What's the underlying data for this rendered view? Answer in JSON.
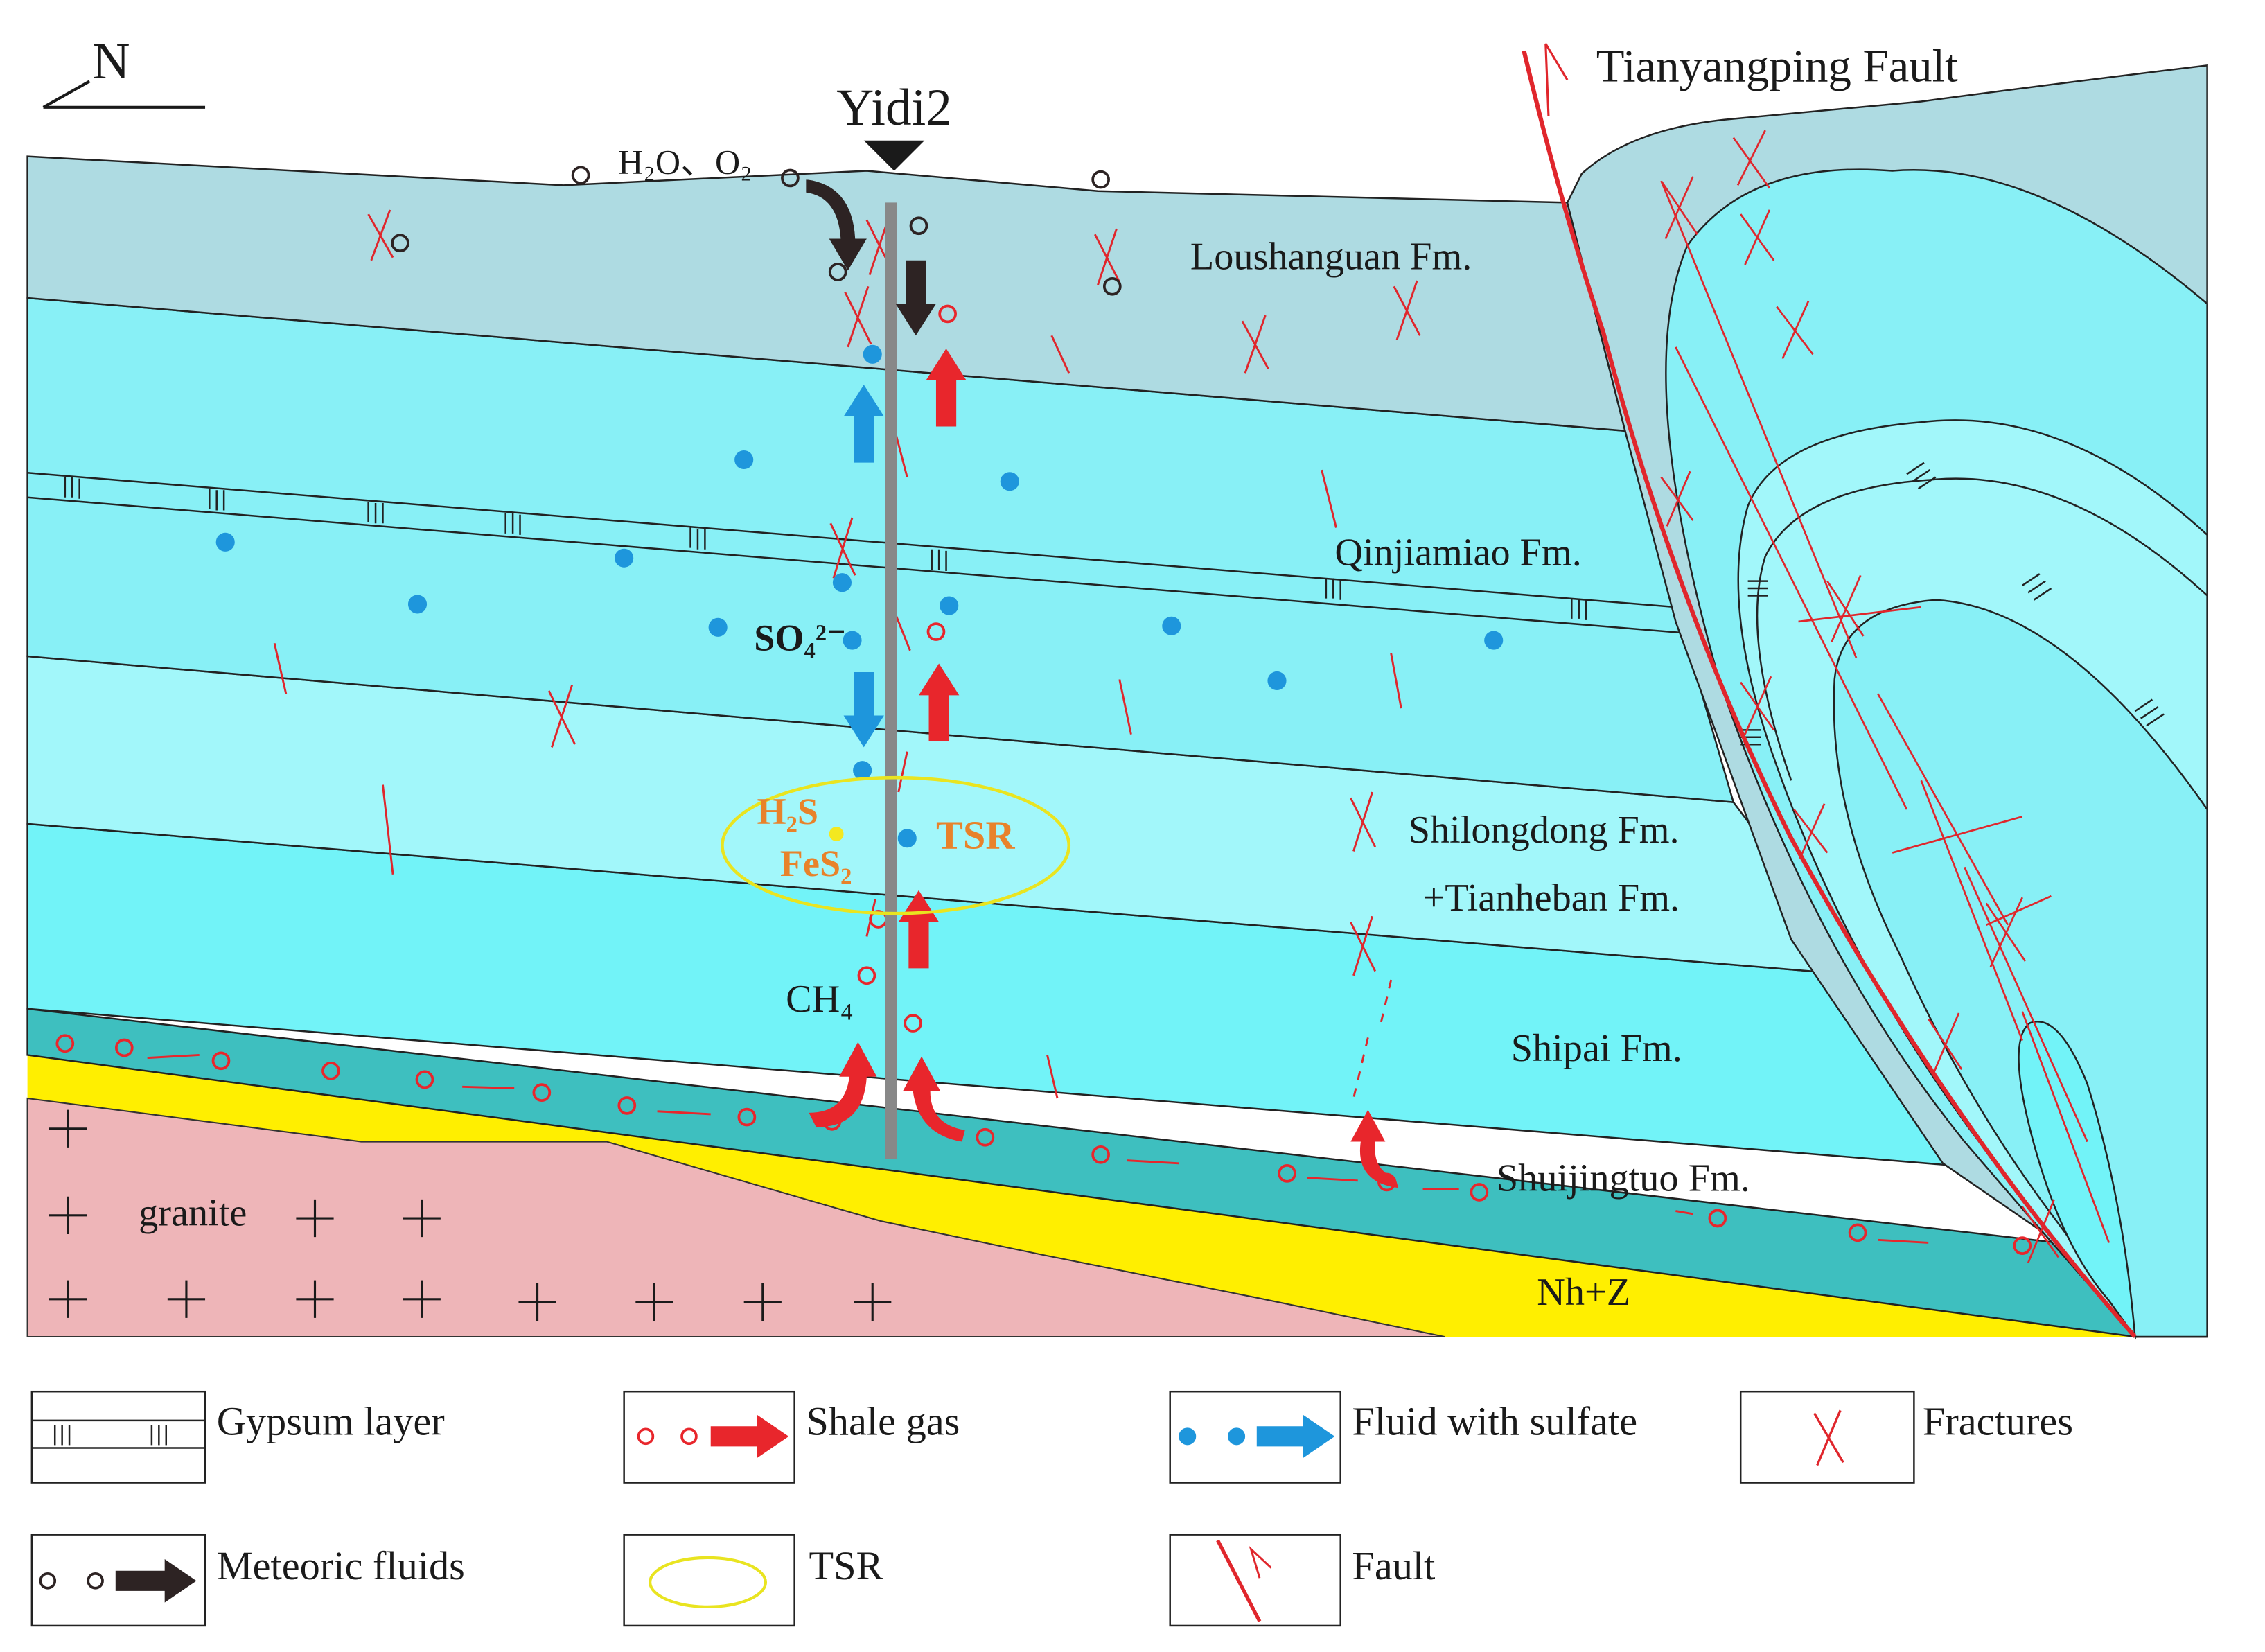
{
  "diagram": {
    "north": "N",
    "well": "Yidi2",
    "fault_name": "Tianyangping Fault",
    "formations": {
      "loushanguan": "Loushanguan Fm.",
      "qinjiamiao": "Qinjiamiao Fm.",
      "shilongdong": "Shilongdong Fm.",
      "tianheban": "+Tianheban Fm.",
      "shipai": "Shipai Fm.",
      "shuijingtuo": "Shuijingtuo Fm.",
      "nhz": "Nh+Z",
      "granite": "granite"
    },
    "chemistry": {
      "surface_fluids": "H₂O、O₂",
      "sulfate": "SO₄²⁻",
      "h2s": "H₂S",
      "fes2": "FeS₂",
      "tsr": "TSR",
      "methane": "CH₄"
    },
    "colors": {
      "loushanguan": "#aedbe2",
      "qinjiamiao": "#88f0f6",
      "shilongdong": "#a2f7fa",
      "shipai": "#72f3f8",
      "shuijingtuo": "#3ebfbf",
      "nhz": "#ffef00",
      "granite": "#eeb5b8",
      "fault": "#e0262c",
      "fluid_sulfate": "#1e96dc",
      "shale_gas": "#e8262c",
      "meteoric": "#2d2323",
      "tsr_ring": "#e9e420",
      "chem_orange": "#e8822a"
    }
  },
  "legend": [
    {
      "symbol": "gypsum-layer",
      "label": "Gypsum layer"
    },
    {
      "symbol": "shale-gas",
      "label": "Shale gas"
    },
    {
      "symbol": "fluid-sulfate",
      "label": "Fluid with sulfate"
    },
    {
      "symbol": "fractures",
      "label": "Fractures"
    },
    {
      "symbol": "meteoric-fluids",
      "label": "Meteoric fluids"
    },
    {
      "symbol": "tsr",
      "label": "TSR"
    },
    {
      "symbol": "fault",
      "label": "Fault"
    }
  ]
}
